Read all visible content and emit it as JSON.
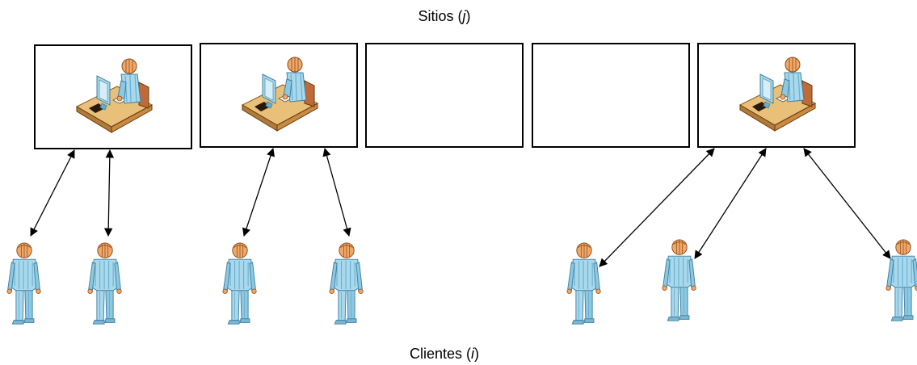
{
  "labels": {
    "top_text": "Sitios (",
    "top_var": "j",
    "top_close": ")",
    "bottom_text": "Clientes (",
    "bottom_var": "i",
    "bottom_close": ")"
  },
  "sites": [
    {
      "id": "site-1",
      "has_operator": true
    },
    {
      "id": "site-2",
      "has_operator": true
    },
    {
      "id": "site-3",
      "has_operator": false
    },
    {
      "id": "site-4",
      "has_operator": false
    },
    {
      "id": "site-5",
      "has_operator": true
    }
  ],
  "clients": [
    {
      "id": "client-1"
    },
    {
      "id": "client-2"
    },
    {
      "id": "client-3"
    },
    {
      "id": "client-4"
    },
    {
      "id": "client-5"
    },
    {
      "id": "client-6"
    },
    {
      "id": "client-7"
    }
  ],
  "links": [
    {
      "site": "site-1",
      "client": "client-1"
    },
    {
      "site": "site-1",
      "client": "client-2"
    },
    {
      "site": "site-2",
      "client": "client-3"
    },
    {
      "site": "site-2",
      "client": "client-4"
    },
    {
      "site": "site-5",
      "client": "client-5"
    },
    {
      "site": "site-5",
      "client": "client-6"
    },
    {
      "site": "site-5",
      "client": "client-7"
    }
  ],
  "colors": {
    "person_body": "#a8d8ec",
    "person_shade": "#6aaecf",
    "person_head": "#f0a868",
    "desk": "#e8c07a",
    "desk_dark": "#b07a3a",
    "border": "#000000"
  },
  "icons": {
    "site_operator": "operator-at-desk-icon",
    "client": "person-icon"
  }
}
